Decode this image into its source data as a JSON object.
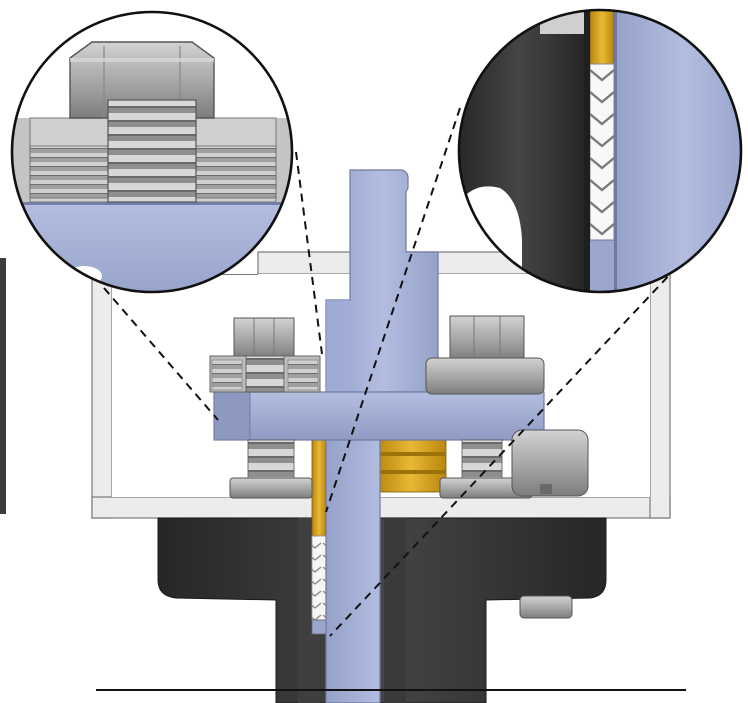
{
  "figure": {
    "views": [
      "main-section-view",
      "zoom-detail-bolt-spring-washers",
      "zoom-detail-shaft-packing-seal"
    ],
    "colors": {
      "background": "#ffffff",
      "frame": "#e9e9e9",
      "frame_edge": "#7a7a7a",
      "shaft_blue": "#a7b2d6",
      "shaft_blue_dark": "#8b96bd",
      "plate_blue": "#9aa6cc",
      "housing_dark": "#2d2d2d",
      "housing_mid": "#3a3a3a",
      "steel": "#b8b8b8",
      "steel_dark": "#8e8e8e",
      "brass": "#d6a21d",
      "packing_white": "#f4f4f4",
      "leader": "#111111"
    },
    "icons": [
      "hex-nut",
      "coil-spring-washer-stack",
      "chevron-packing-rings"
    ]
  }
}
